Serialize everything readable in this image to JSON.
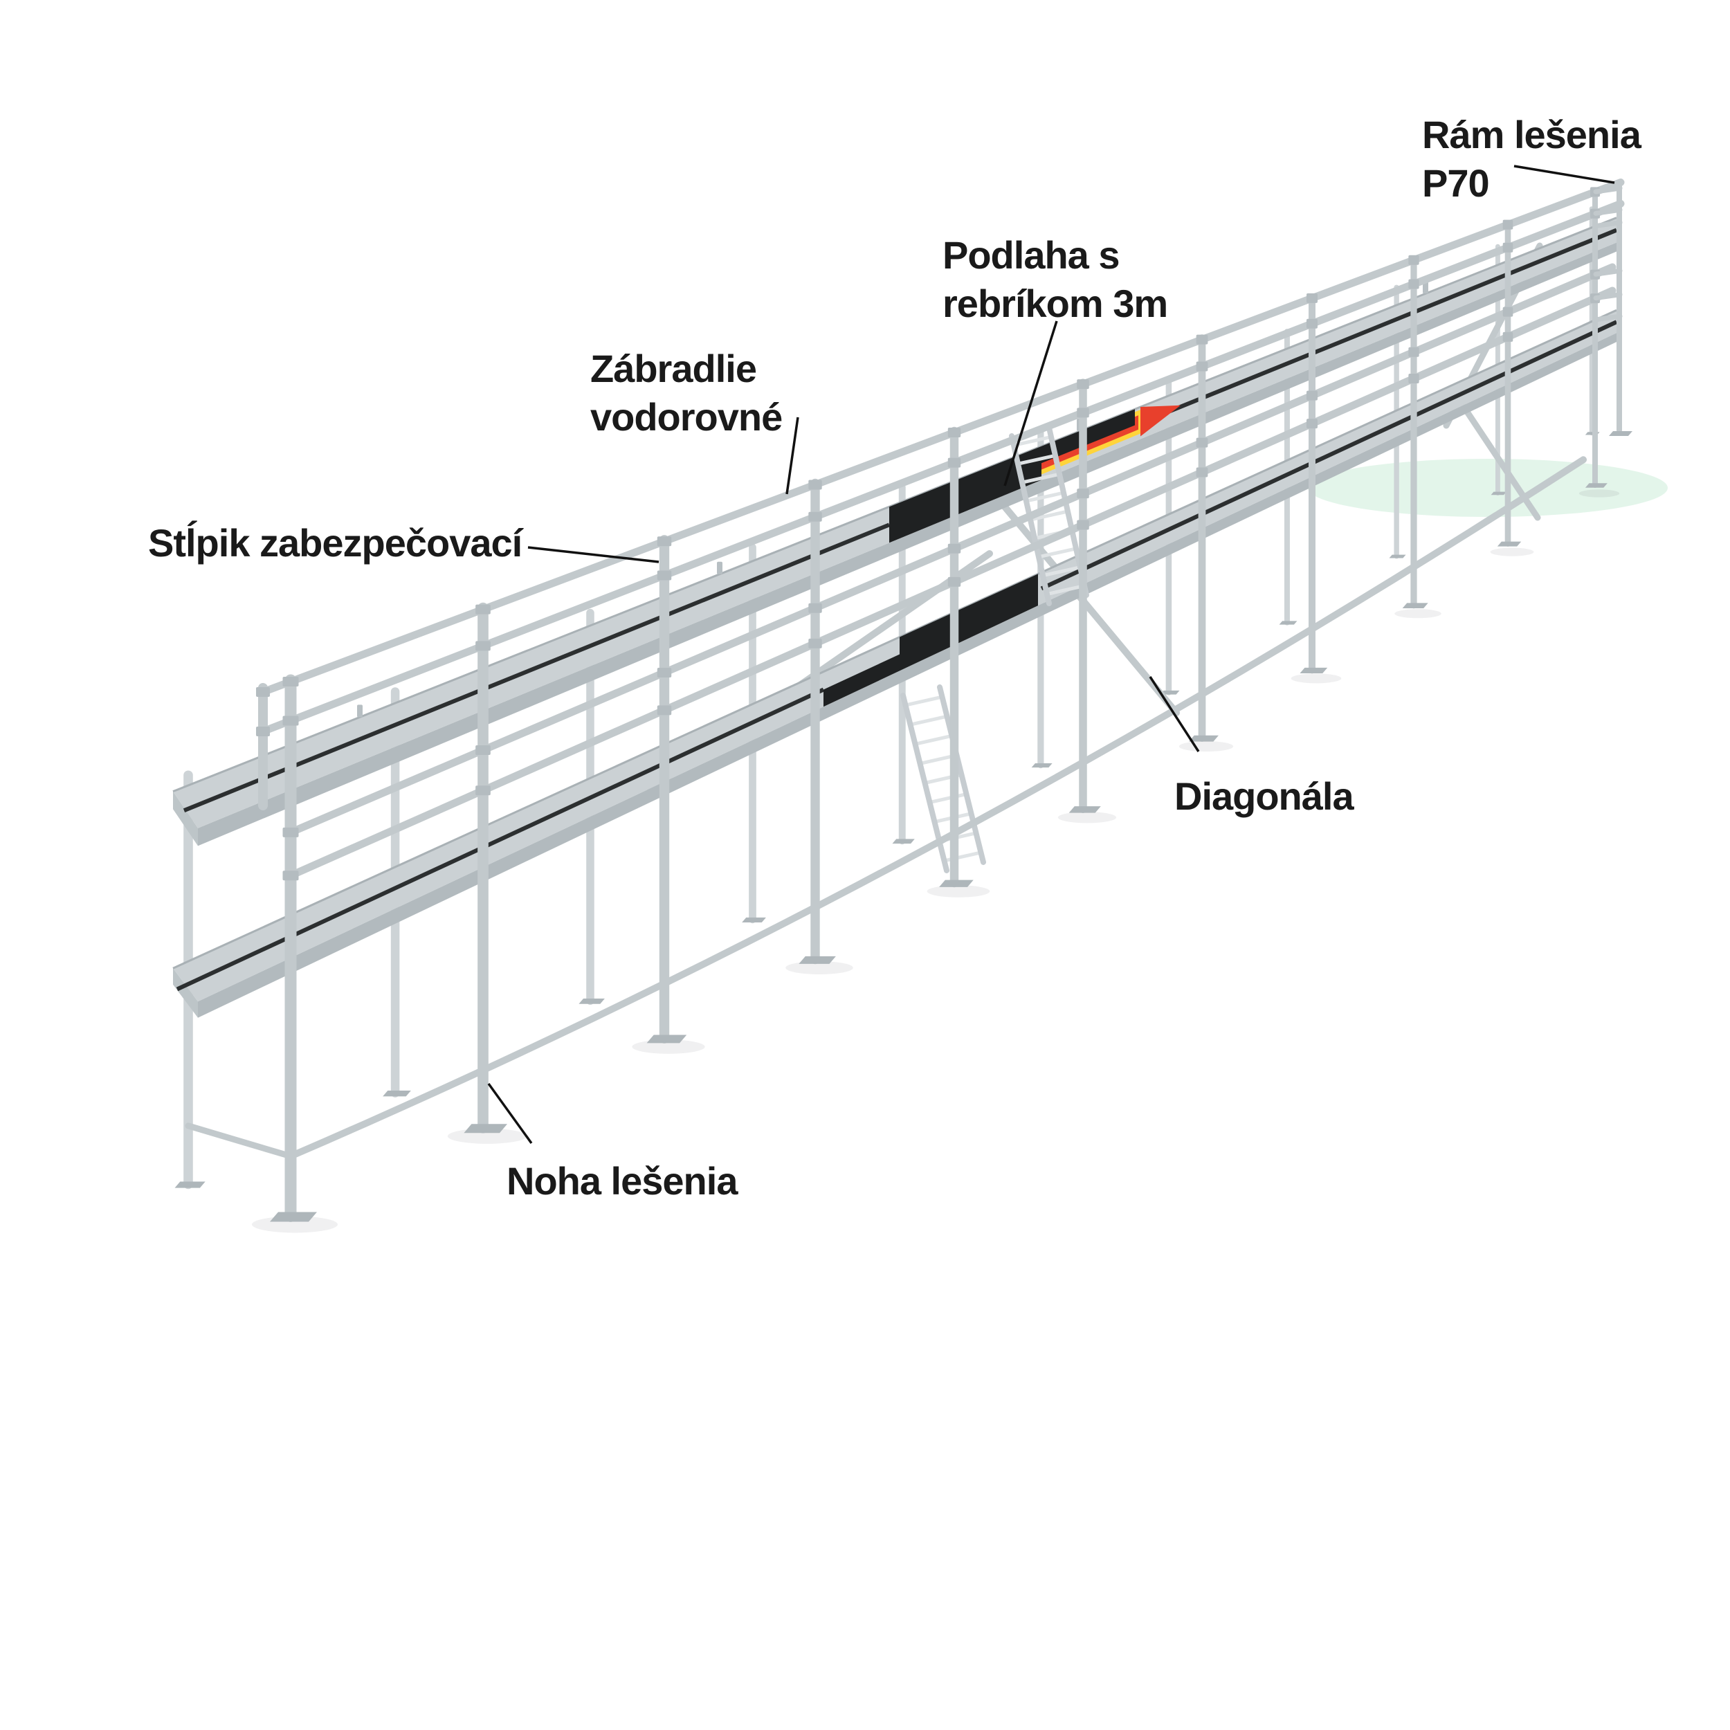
{
  "labels": {
    "ram": {
      "line1": "Rám lešenia",
      "line2": "P70"
    },
    "podlaha": {
      "line1": "Podlaha s",
      "line2": "rebríkom 3m"
    },
    "zabradlie": {
      "line1": "Zábradlie",
      "line2": "vodorovné"
    },
    "stlpik": {
      "line1": "Stĺpik zabezpečovací"
    },
    "diagonala": {
      "line1": "Diagonála"
    },
    "noha": {
      "line1": "Noha lešenia"
    }
  },
  "colors": {
    "background": "#ffffff",
    "steel": "#c2c9cc",
    "steel_light": "#cdd3d6",
    "steel_dark": "#9aa3a7",
    "deck_top": "#cbd1d4",
    "deck_face": "#b2babe",
    "deck_end": "#bdc5c8",
    "gap_line": "#2c2f30",
    "hatch": "#1f2122",
    "decal_red": "#e8402c",
    "decal_yellow": "#ffd43b",
    "plate": "#aeb6ba",
    "collar": "#b4bcc0",
    "ladder_rail": "#c6ccd0",
    "rung": "#dfe3e5",
    "label_text": "#1a1a1a",
    "leader": "#111111",
    "shadow": "rgba(60,70,75,0.08)",
    "shadow_green": "rgba(175,225,195,0.35)"
  }
}
